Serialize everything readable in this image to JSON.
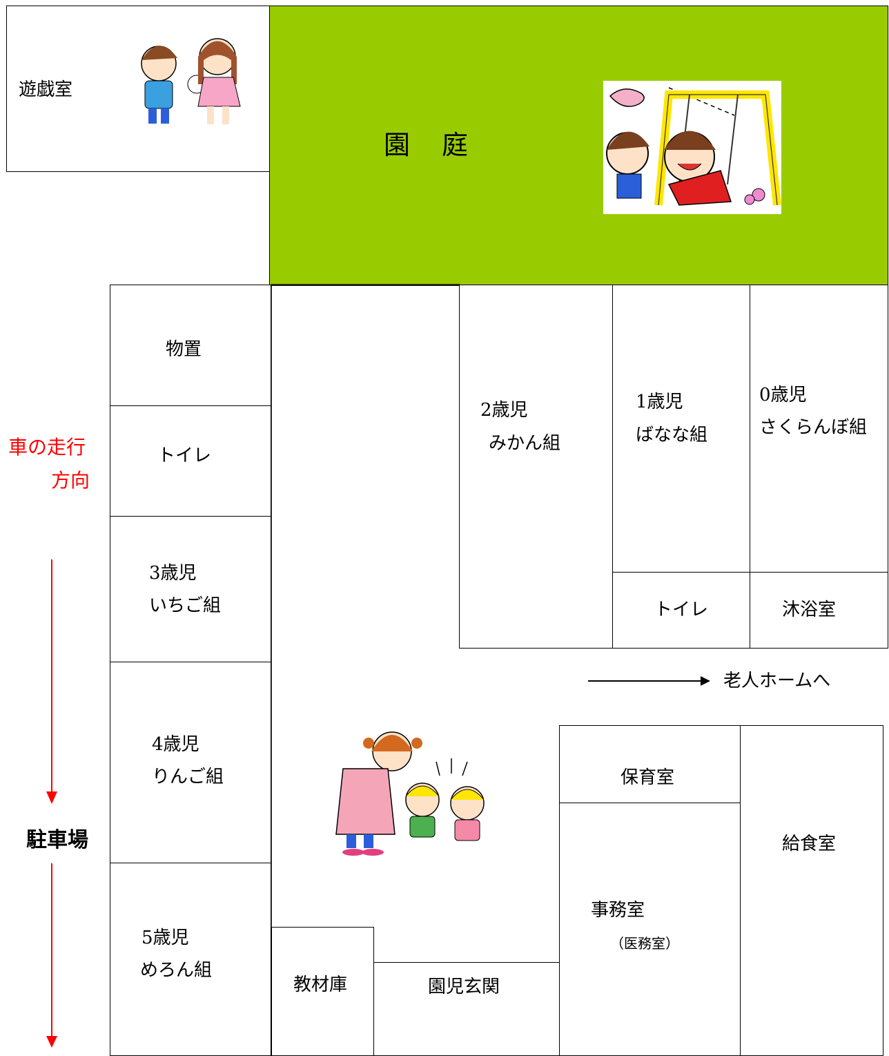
{
  "rooms": {
    "playroom": "遊戯室",
    "garden": "園　庭",
    "storage": "物置",
    "toilet_left": "トイレ",
    "class3_age": "3歳児",
    "class3_name": "いちご組",
    "class4_age": "4歳児",
    "class4_name": "りんご組",
    "class5_age": "5歳児",
    "class5_name": "めろん組",
    "class2_age": "2歳児",
    "class2_name": "みかん組",
    "class1_age": "1歳児",
    "class1_name": "ばなな組",
    "class0_age": "0歳児",
    "class0_name": "さくらんぼ組",
    "toilet_right": "トイレ",
    "bathroom": "沐浴室",
    "nursery_room": "保育室",
    "kitchen": "給食室",
    "office": "事務室",
    "office_note": "（医務室）",
    "material_storage": "教材庫",
    "entrance": "園児玄関"
  },
  "labels": {
    "car_direction_line1": "車の走行",
    "car_direction_line2": "方向",
    "parking": "駐車場",
    "to_nursing_home": "老人ホームへ"
  },
  "colors": {
    "garden": "#99cc00",
    "arrow_red": "#ff0000"
  }
}
